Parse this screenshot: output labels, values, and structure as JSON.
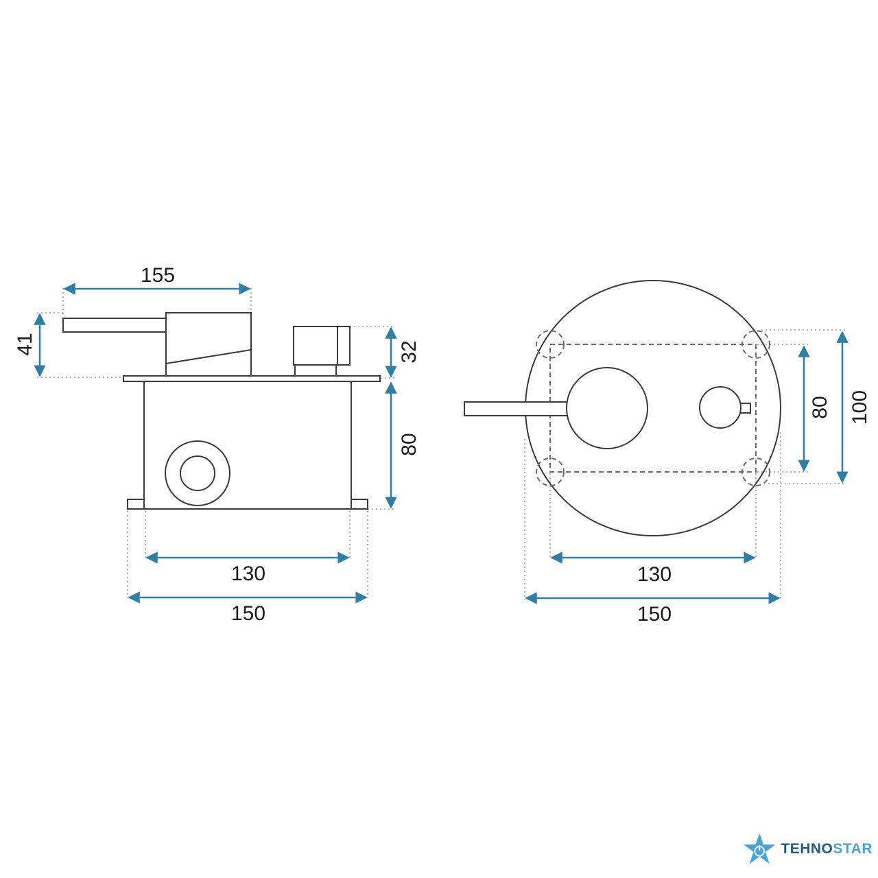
{
  "dimensions": {
    "side": {
      "top_width": "155",
      "left_height": "41",
      "knob_height": "32",
      "body_height": "80",
      "inner_width": "130",
      "outer_width": "150"
    },
    "front": {
      "inner_height": "80",
      "outer_height": "100",
      "inner_width": "130",
      "outer_width": "150"
    }
  },
  "colors": {
    "dimension_line": "#2f7fa4",
    "outline": "#3a3a3a",
    "logo_dark": "#1f5c8a",
    "logo_light": "#4aa3d6"
  },
  "logo": {
    "part1": "TEHNO",
    "part2": "STAR",
    "icon": "star-power-icon"
  }
}
